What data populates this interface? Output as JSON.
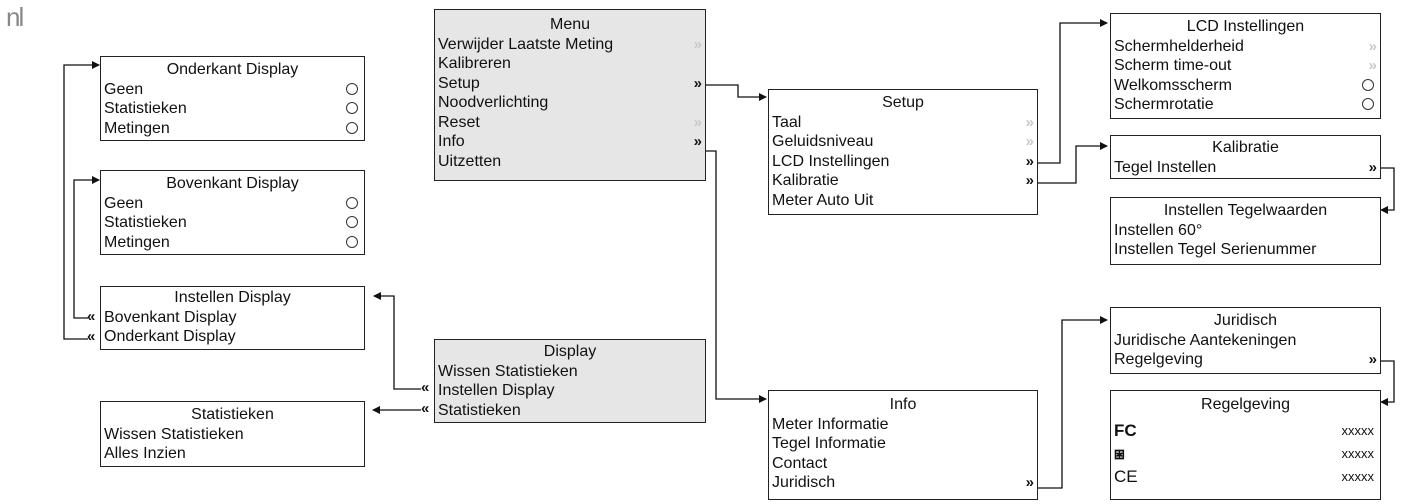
{
  "language_tab": "nl",
  "menu": {
    "title": "Menu",
    "items": [
      "Verwijder Laatste Meting",
      "Kalibreren",
      "Setup",
      "Noodverlichting",
      "Reset",
      "Info",
      "Uitzetten"
    ]
  },
  "onderkant": {
    "title": "Onderkant Display",
    "items": [
      "Geen",
      "Statistieken",
      "Metingen"
    ]
  },
  "bovenkant": {
    "title": "Bovenkant Display",
    "items": [
      "Geen",
      "Statistieken",
      "Metingen"
    ]
  },
  "instellen_display": {
    "title": "Instellen Display",
    "items": [
      "Bovenkant Display",
      "Onderkant Display"
    ]
  },
  "statistieken": {
    "title": "Statistieken",
    "items": [
      "Wissen Statistieken",
      "Alles Inzien"
    ]
  },
  "display": {
    "title": "Display",
    "items": [
      "Wissen Statistieken",
      "Instellen Display",
      "Statistieken"
    ]
  },
  "setup": {
    "title": "Setup",
    "items": [
      "Taal",
      "Geluidsniveau",
      "LCD Instellingen",
      "Kalibratie",
      "Meter Auto Uit"
    ]
  },
  "info": {
    "title": "Info",
    "items": [
      "Meter Informatie",
      "Tegel Informatie",
      "Contact",
      "Juridisch"
    ]
  },
  "lcd": {
    "title": "LCD Instellingen",
    "items": [
      "Schermhelderheid",
      "Scherm time-out",
      "Welkomsscherm",
      "Schermrotatie"
    ]
  },
  "kalibratie": {
    "title": "Kalibratie",
    "items": [
      "Tegel Instellen"
    ]
  },
  "tegelwaarden": {
    "title": "Instellen Tegelwaarden",
    "items": [
      "Instellen 60°",
      "Instellen Tegel Serienummer"
    ]
  },
  "juridisch": {
    "title": "Juridisch",
    "items": [
      "Juridische Aantekeningen",
      "Regelgeving"
    ]
  },
  "regelgeving": {
    "title": "Regelgeving",
    "rows": [
      {
        "logo": "FC",
        "value": "xxxxx"
      },
      {
        "logo": "⧆",
        "value": "xxxxx"
      },
      {
        "logo": "CE",
        "value": "xxxxx"
      }
    ]
  },
  "glyphs": {
    "forward": "»",
    "back": "«"
  }
}
